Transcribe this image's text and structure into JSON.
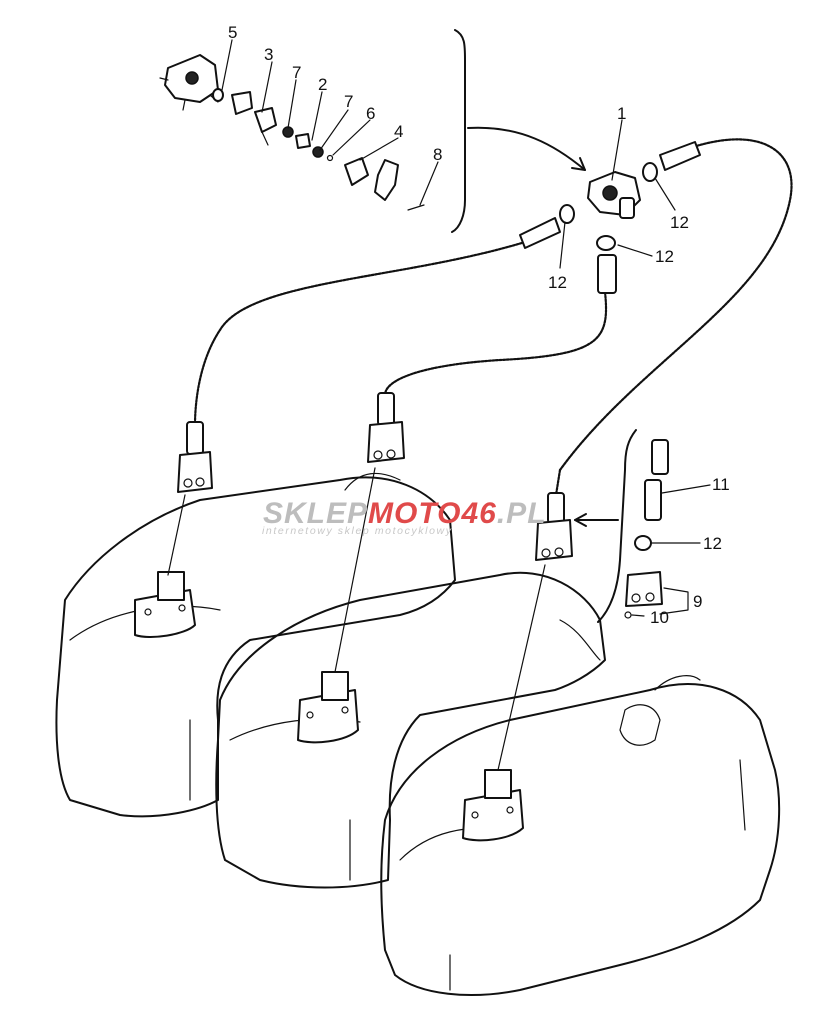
{
  "diagram": {
    "callouts": [
      {
        "id": "c5",
        "label": "5"
      },
      {
        "id": "c3",
        "label": "3"
      },
      {
        "id": "c7a",
        "label": "7"
      },
      {
        "id": "c2",
        "label": "2"
      },
      {
        "id": "c7b",
        "label": "7"
      },
      {
        "id": "c6",
        "label": "6"
      },
      {
        "id": "c4",
        "label": "4"
      },
      {
        "id": "c8",
        "label": "8"
      },
      {
        "id": "c1",
        "label": "1"
      },
      {
        "id": "c12a",
        "label": "12"
      },
      {
        "id": "c12b",
        "label": "12"
      },
      {
        "id": "c12c",
        "label": "12"
      },
      {
        "id": "c11",
        "label": "11"
      },
      {
        "id": "c12d",
        "label": "12"
      },
      {
        "id": "c9",
        "label": "9"
      },
      {
        "id": "c10",
        "label": "10"
      }
    ]
  },
  "watermark": {
    "brand_prefix": "SKLEP",
    "brand_highlight": "MOTO46",
    "brand_suffix": ".PL",
    "tagline": "internetowy sklep motocyklowy",
    "colors": {
      "prefix": "#bdbdbd",
      "highlight": "#e04a4a",
      "suffix": "#bdbdbd",
      "tagline": "#c8c8c8"
    }
  }
}
